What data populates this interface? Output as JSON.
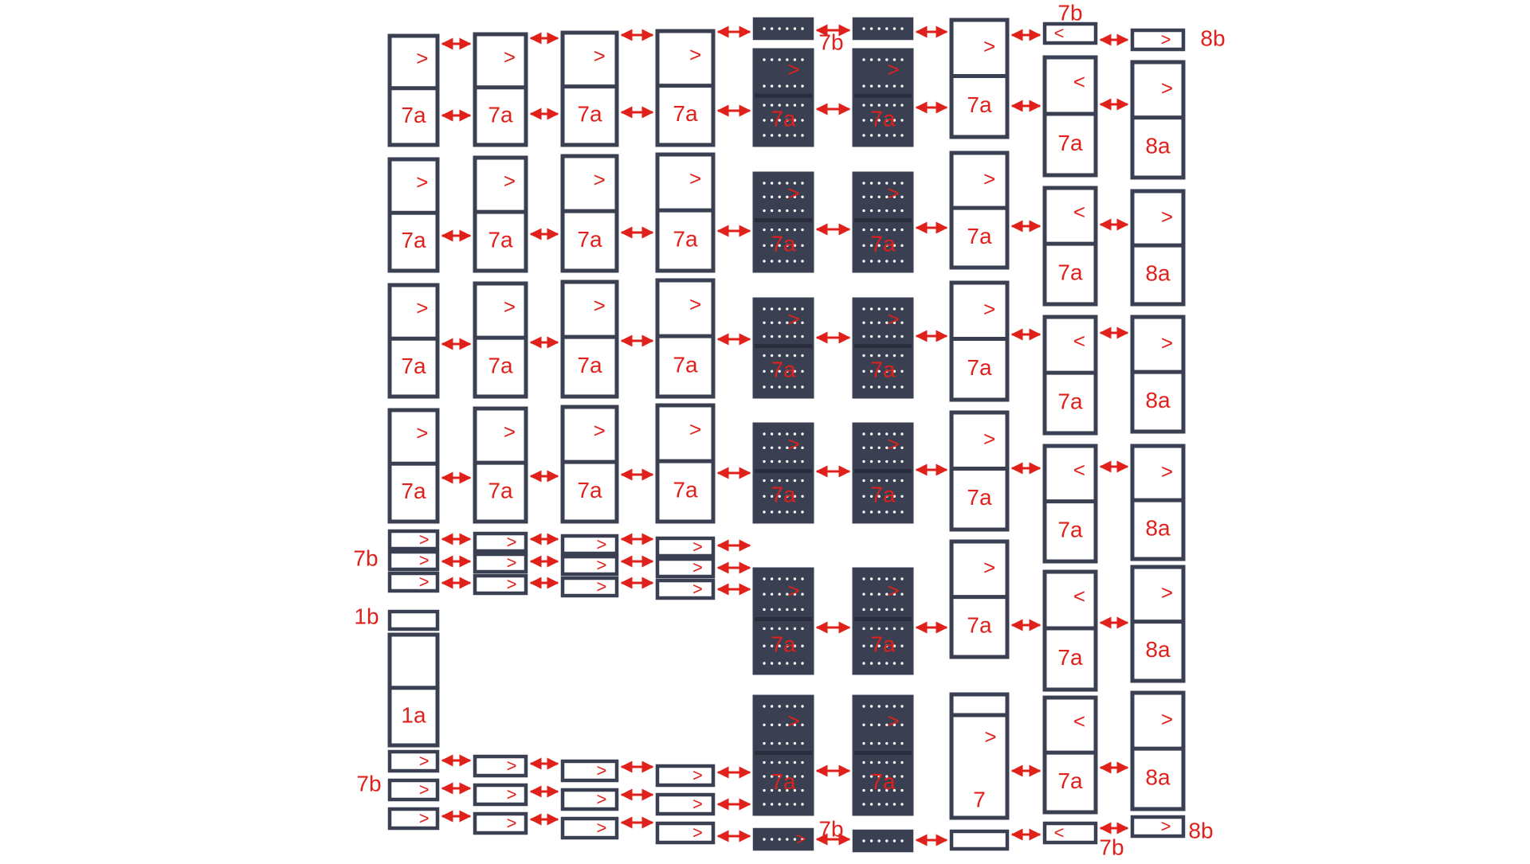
{
  "colors": {
    "frame": "#3b3f52",
    "frame_fill": "#ffffff",
    "solid_fill": "#3b3f52",
    "dot": "#ffffff",
    "annotation": "#e0201b"
  },
  "glyphs": {
    "right": ">",
    "left": "<"
  },
  "labels": {
    "l7a": "7a",
    "l8a": "8a",
    "l1a": "1a",
    "l7": "7",
    "l7b": "7b",
    "l8b": "8b",
    "l1b": "1b"
  },
  "diagram": {
    "columns": [
      {
        "id": "c1",
        "type": "outline"
      },
      {
        "id": "c2",
        "type": "outline"
      },
      {
        "id": "c3",
        "type": "outline"
      },
      {
        "id": "c4",
        "type": "outline"
      },
      {
        "id": "c5",
        "type": "perforated"
      },
      {
        "id": "c6",
        "type": "perforated"
      },
      {
        "id": "c7",
        "type": "outline"
      },
      {
        "id": "c8",
        "type": "outline"
      },
      {
        "id": "c9",
        "type": "outline"
      }
    ]
  }
}
